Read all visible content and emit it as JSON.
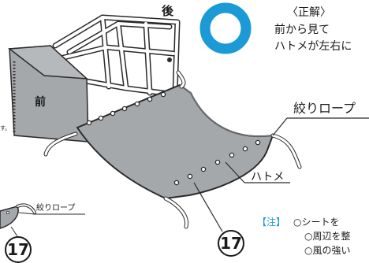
{
  "labels": {
    "back": "後",
    "front": "前",
    "rope_right": "絞りロープ",
    "grommet": "ハトメ",
    "rope_left": "絞りロープ",
    "part_number_main": "17",
    "part_number_left": "17",
    "edge_fragment": "す。"
  },
  "correct_note": {
    "title": "〈正解〉",
    "line1": "前から見て",
    "line2": "ハトメが左右に"
  },
  "caution": {
    "head": "【注】",
    "line1": "○シートを",
    "line2": "○周辺を整",
    "line3": "○風の強い"
  },
  "colors": {
    "correct_ring": "#1b9ad6",
    "sheet_fill": "#a5a8ab",
    "sheet_stroke": "#2a2a2a",
    "frame": "#ffffff",
    "note_head": "#1b9ad6"
  },
  "icons": {
    "correct_mark": "blue-ring-icon"
  }
}
